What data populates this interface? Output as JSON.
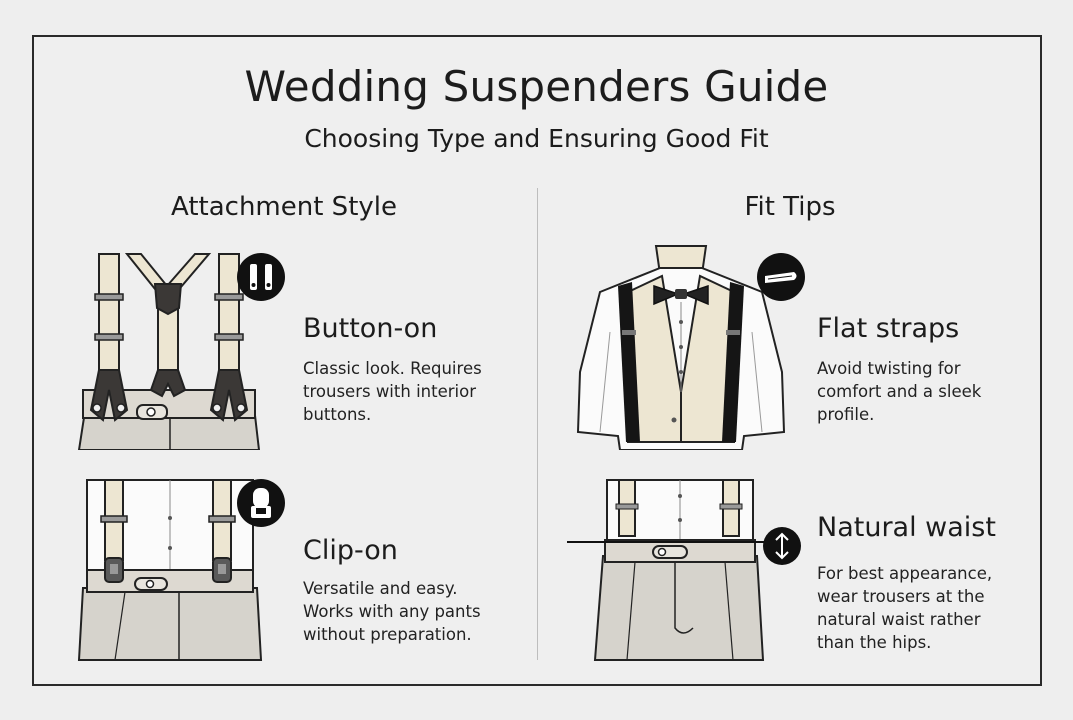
{
  "header": {
    "title": "Wedding Suspenders Guide",
    "subtitle": "Choosing Type and Ensuring Good Fit"
  },
  "columns": {
    "left": {
      "heading": "Attachment Style"
    },
    "right": {
      "heading": "Fit Tips"
    }
  },
  "sections": {
    "button_on": {
      "title": "Button-on",
      "desc_lines": [
        "Classic look. Requires",
        "trousers with interior",
        "buttons."
      ]
    },
    "clip_on": {
      "title": "Clip-on",
      "desc_lines": [
        "Versatile and easy.",
        "Works with any pants",
        "without preparation."
      ]
    },
    "flat_straps": {
      "title": "Flat straps",
      "desc_lines": [
        "Avoid twisting for",
        "comfort and a sleek",
        "profile."
      ]
    },
    "natural_waist": {
      "title": "Natural waist",
      "desc_lines": [
        "For best appearance,",
        "wear trousers at the",
        "natural waist rather",
        "than the hips."
      ]
    }
  },
  "icons": {
    "button_on": "button-tab-icon",
    "clip_on": "clip-icon",
    "flat_straps": "flat-strap-icon",
    "natural_waist": "vertical-arrow-icon"
  },
  "colors": {
    "background": "#eeeeee",
    "ink": "#1c1c1c",
    "strap_cream": "#ede6d2",
    "trouser_gray": "#d6d3cc",
    "leather": "#3b3836",
    "badge": "#111111"
  }
}
